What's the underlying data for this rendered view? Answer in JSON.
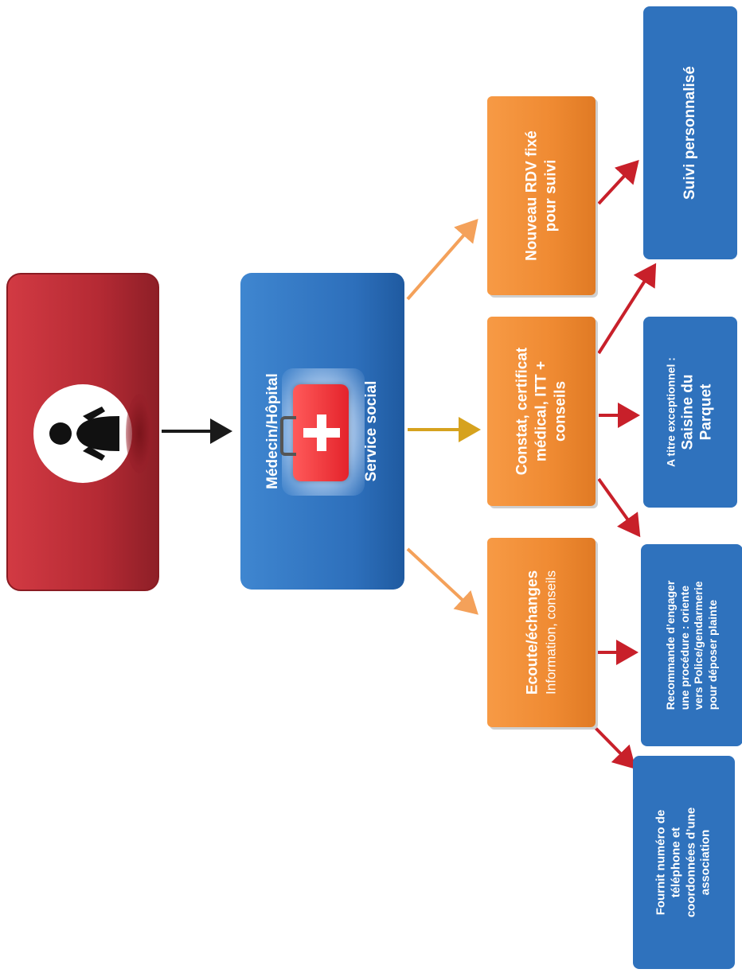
{
  "person": {
    "icon": "person-silhouette-icon"
  },
  "medical": {
    "line1": "Médecin/Hôpital",
    "line2": "Service social",
    "icon": "first-aid-kit-icon"
  },
  "actions": {
    "ecoute": {
      "title": "Ecoute/échanges",
      "subtitle": "Information, conseils"
    },
    "constat": {
      "line1": "Constat, certificat",
      "line2": "médical, ITT +",
      "line3": "conseils"
    },
    "rdv": {
      "line1": "Nouveau RDV fixé",
      "line2": "pour suivi"
    }
  },
  "outcomes": {
    "association": {
      "line1": "Fournit numéro de",
      "line2": "téléphone et",
      "line3": "coordonnées d’une",
      "line4": "association"
    },
    "procedure": {
      "line1": "Recommande d’engager",
      "line2": "une procédure : oriente",
      "line3": "vers Police/gendarmerie",
      "line4": "pour déposer plainte"
    },
    "parquet": {
      "line1": "A titre exceptionnel :",
      "line2": "Saisine du",
      "line3": "Parquet"
    },
    "suivi": {
      "line1": "Suivi personnalisé"
    }
  },
  "colors": {
    "red": "#c0313a",
    "blue": "#2d6fbb",
    "orange": "#ef8a32",
    "arrow_dark": "#1a1a1a",
    "arrow_gold": "#d6a21e",
    "arrow_red": "#c8202a",
    "arrow_orange": "#f4a15a"
  }
}
